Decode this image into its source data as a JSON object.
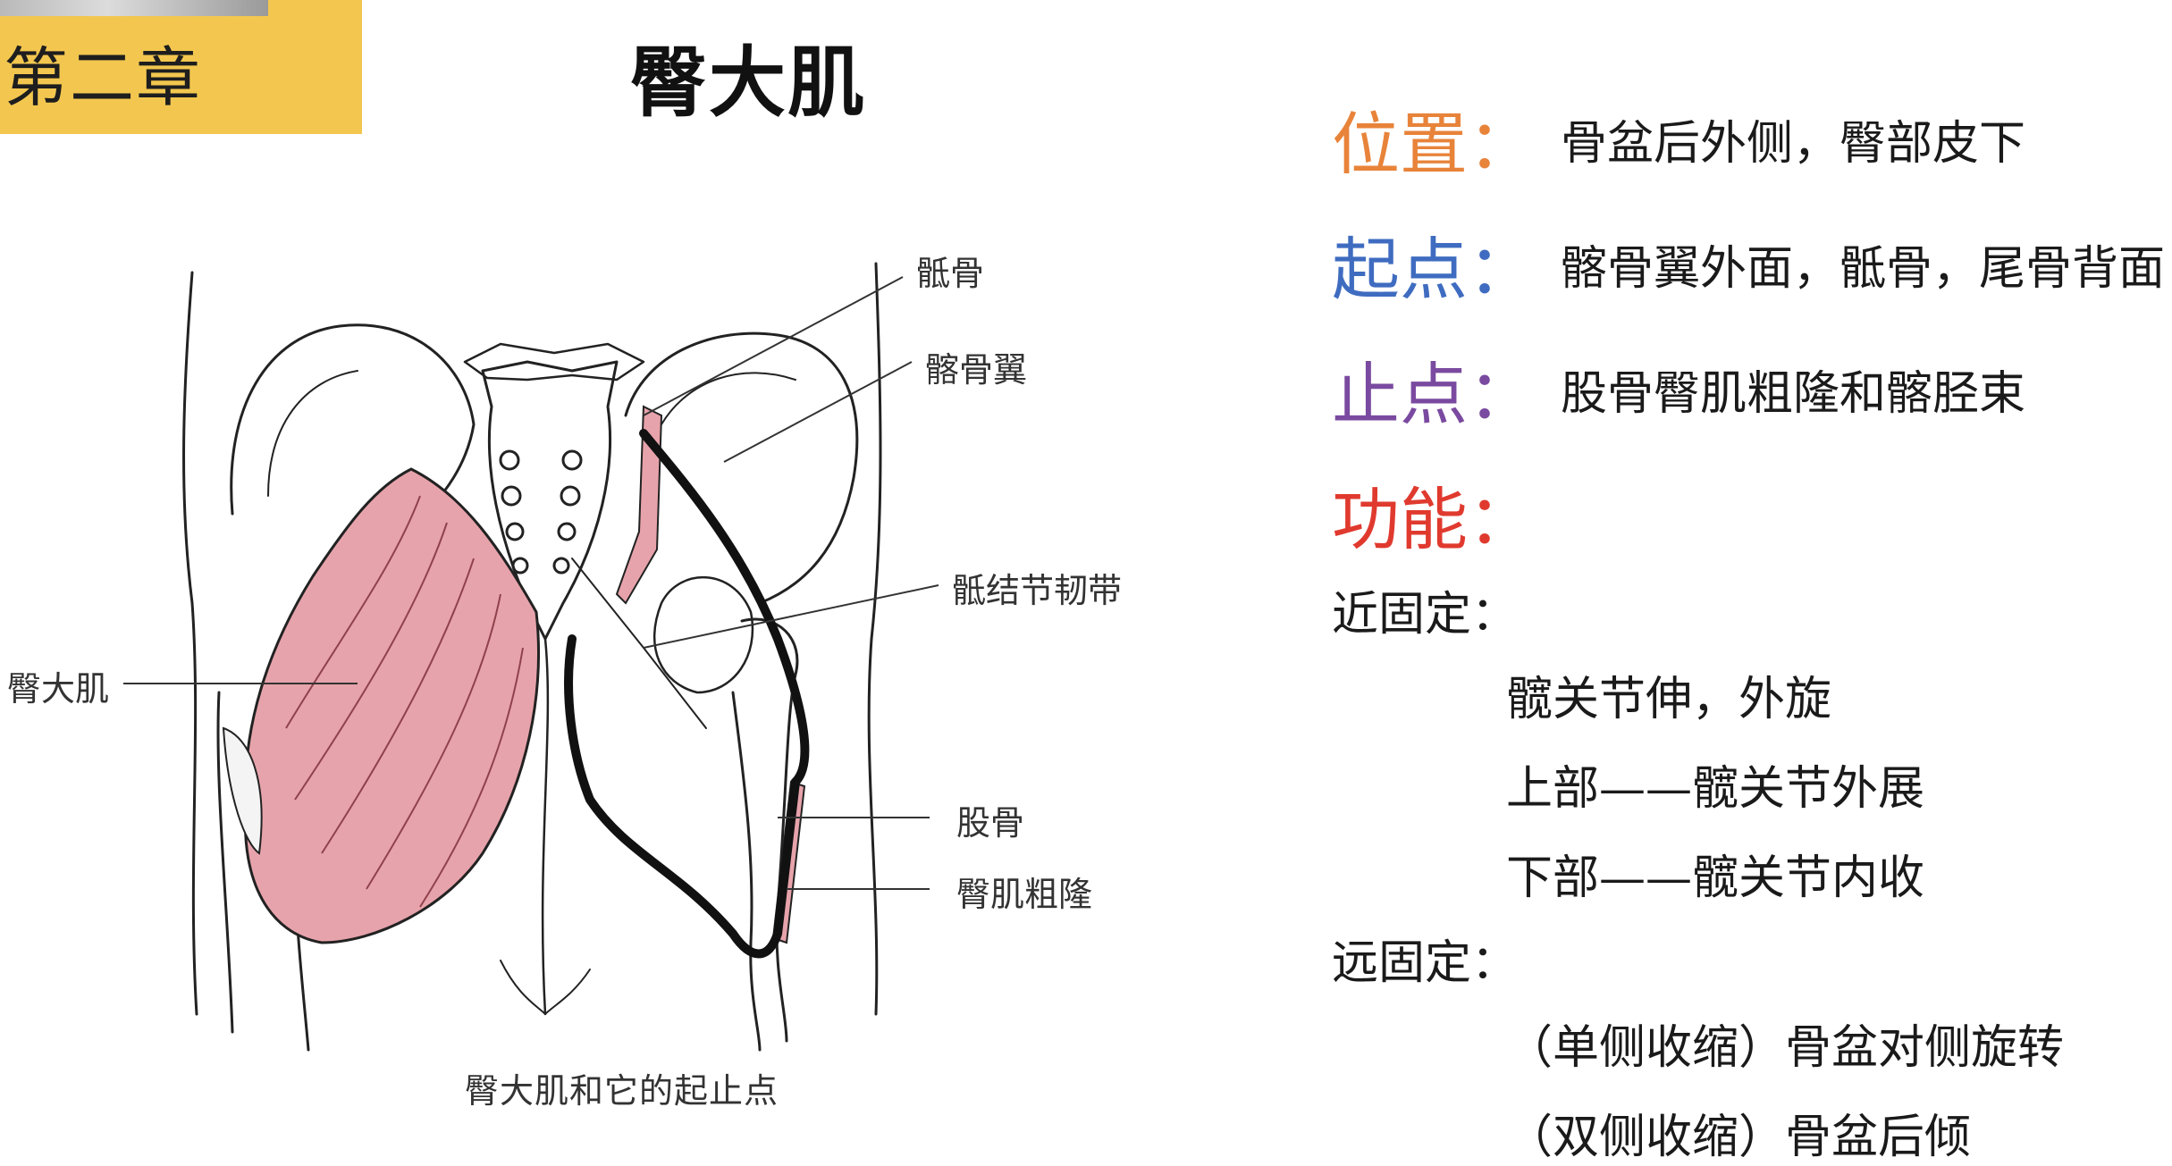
{
  "chapter": "第二章",
  "title": "臀大肌",
  "figure": {
    "labels": {
      "sacrum": "骶骨",
      "ilium_wing": "髂骨翼",
      "ligament": "骶结节韧带",
      "gluteus": "臀大肌",
      "femur": "股骨",
      "tuberosity": "臀肌粗隆"
    },
    "caption": "臀大肌和它的起止点"
  },
  "info": {
    "position": {
      "key": "位置：",
      "value": "骨盆后外侧，臀部皮下"
    },
    "origin": {
      "key": "起点：",
      "value": "髂骨翼外面，骶骨，尾骨背面"
    },
    "insertion": {
      "key": "止点：",
      "value": "股骨臀肌粗隆和髂胫束"
    },
    "function": {
      "key": "功能："
    },
    "near_fixed": {
      "label": "近固定：",
      "items": [
        "髋关节伸，外旋",
        "上部——髋关节外展",
        "下部——髋关节内收"
      ]
    },
    "far_fixed": {
      "label": "远固定：",
      "items": [
        "（单侧收缩）骨盆对侧旋转",
        "（双侧收缩）骨盆后倾"
      ]
    }
  },
  "colors": {
    "chapter_bg": "#f3c74f",
    "position_key": "#e8833a",
    "origin_key": "#3f6cc0",
    "insertion_key": "#7a4aa0",
    "function_key": "#e03a2f",
    "muscle": "#e7a3ab"
  }
}
